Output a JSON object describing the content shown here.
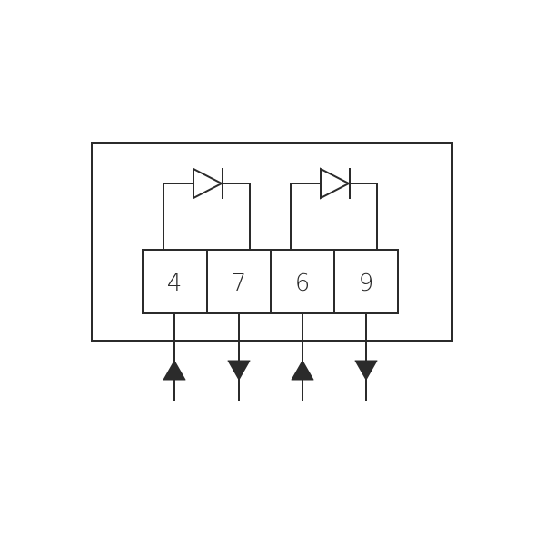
{
  "terminals": [
    {
      "label": "4",
      "arrow": "up"
    },
    {
      "label": "7",
      "arrow": "down"
    },
    {
      "label": "6",
      "arrow": "up"
    },
    {
      "label": "9",
      "arrow": "down"
    }
  ],
  "colors": {
    "stroke": "#2b2b2b",
    "background": "#ffffff"
  }
}
